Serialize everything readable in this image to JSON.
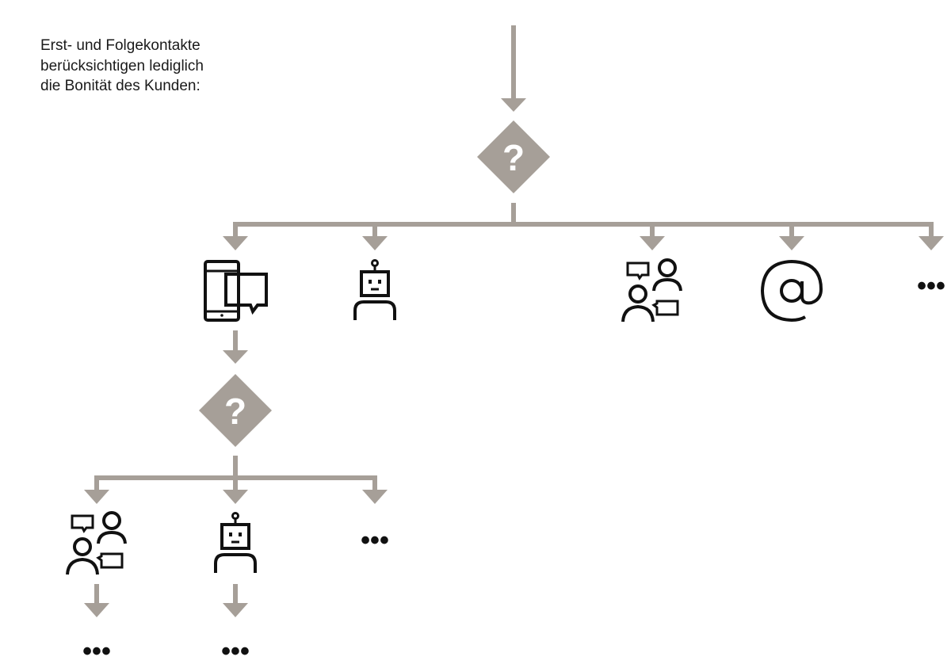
{
  "caption": {
    "lines": [
      "Erst- und Folgekontakte",
      "berücksichtigen lediglich",
      "die Bonität des Kunden:"
    ]
  },
  "decision_symbol": "?",
  "more_symbol": "•••",
  "colors": {
    "connector": "#a69f98",
    "icon": "#111111",
    "text": "#1a1a1a"
  },
  "diagram": {
    "root_decision": {
      "icon": "question-diamond",
      "branches": [
        {
          "icon": "phone-chat-icon",
          "next": {
            "icon": "question-diamond",
            "branches": [
              {
                "icon": "people-chat-icon",
                "next": "more"
              },
              {
                "icon": "robot-icon",
                "next": "more"
              },
              {
                "icon": "more"
              }
            ]
          }
        },
        {
          "icon": "robot-icon"
        },
        {
          "icon": "people-chat-icon"
        },
        {
          "icon": "at-email-icon"
        },
        {
          "icon": "more"
        }
      ]
    }
  }
}
